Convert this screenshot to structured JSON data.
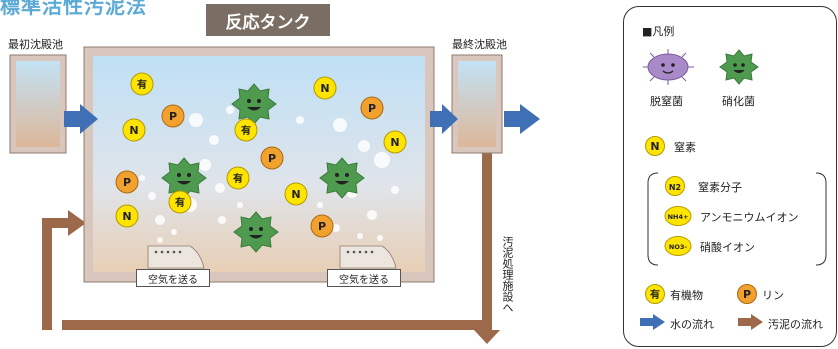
{
  "header": {
    "title": "標準活性汚泥法",
    "tank_label": "反応タンク"
  },
  "labels": {
    "first_tank": "最初沈殿池",
    "final_tank": "最終沈殿池",
    "air_left": "空気を送る",
    "air_right": "空気を送る",
    "sludge_to_facility": "汚泥処理施設へ"
  },
  "particles": {
    "organic": "有",
    "phosphorus": "P",
    "nitrogen": "N"
  },
  "legend": {
    "title": "■凡例",
    "denitrifying": "脱窒菌",
    "nitrifying": "硝化菌",
    "nitrogen_symbol": "N",
    "nitrogen": "窒素",
    "n2_symbol": "N2",
    "n2": "窒素分子",
    "nh4_symbol": "NH4+",
    "nh4": "アンモニウムイオン",
    "no3_symbol": "NO3-",
    "no3": "硝酸イオン",
    "organic_symbol": "有",
    "organic": "有機物",
    "phosphorus_symbol": "P",
    "phosphorus": "リン",
    "water_flow": "水の流れ",
    "sludge_flow": "汚泥の流れ"
  },
  "colors": {
    "water_flow": "#3f6fb5",
    "sludge_flow": "#9c6a4a",
    "tank_frame": "#d9c7bd",
    "nitrifying": "#4e9a4e",
    "denitrifying": "#a98ac9",
    "nitrogen_fill": "#ffe400",
    "phosphorus_fill": "#f2a12e"
  }
}
